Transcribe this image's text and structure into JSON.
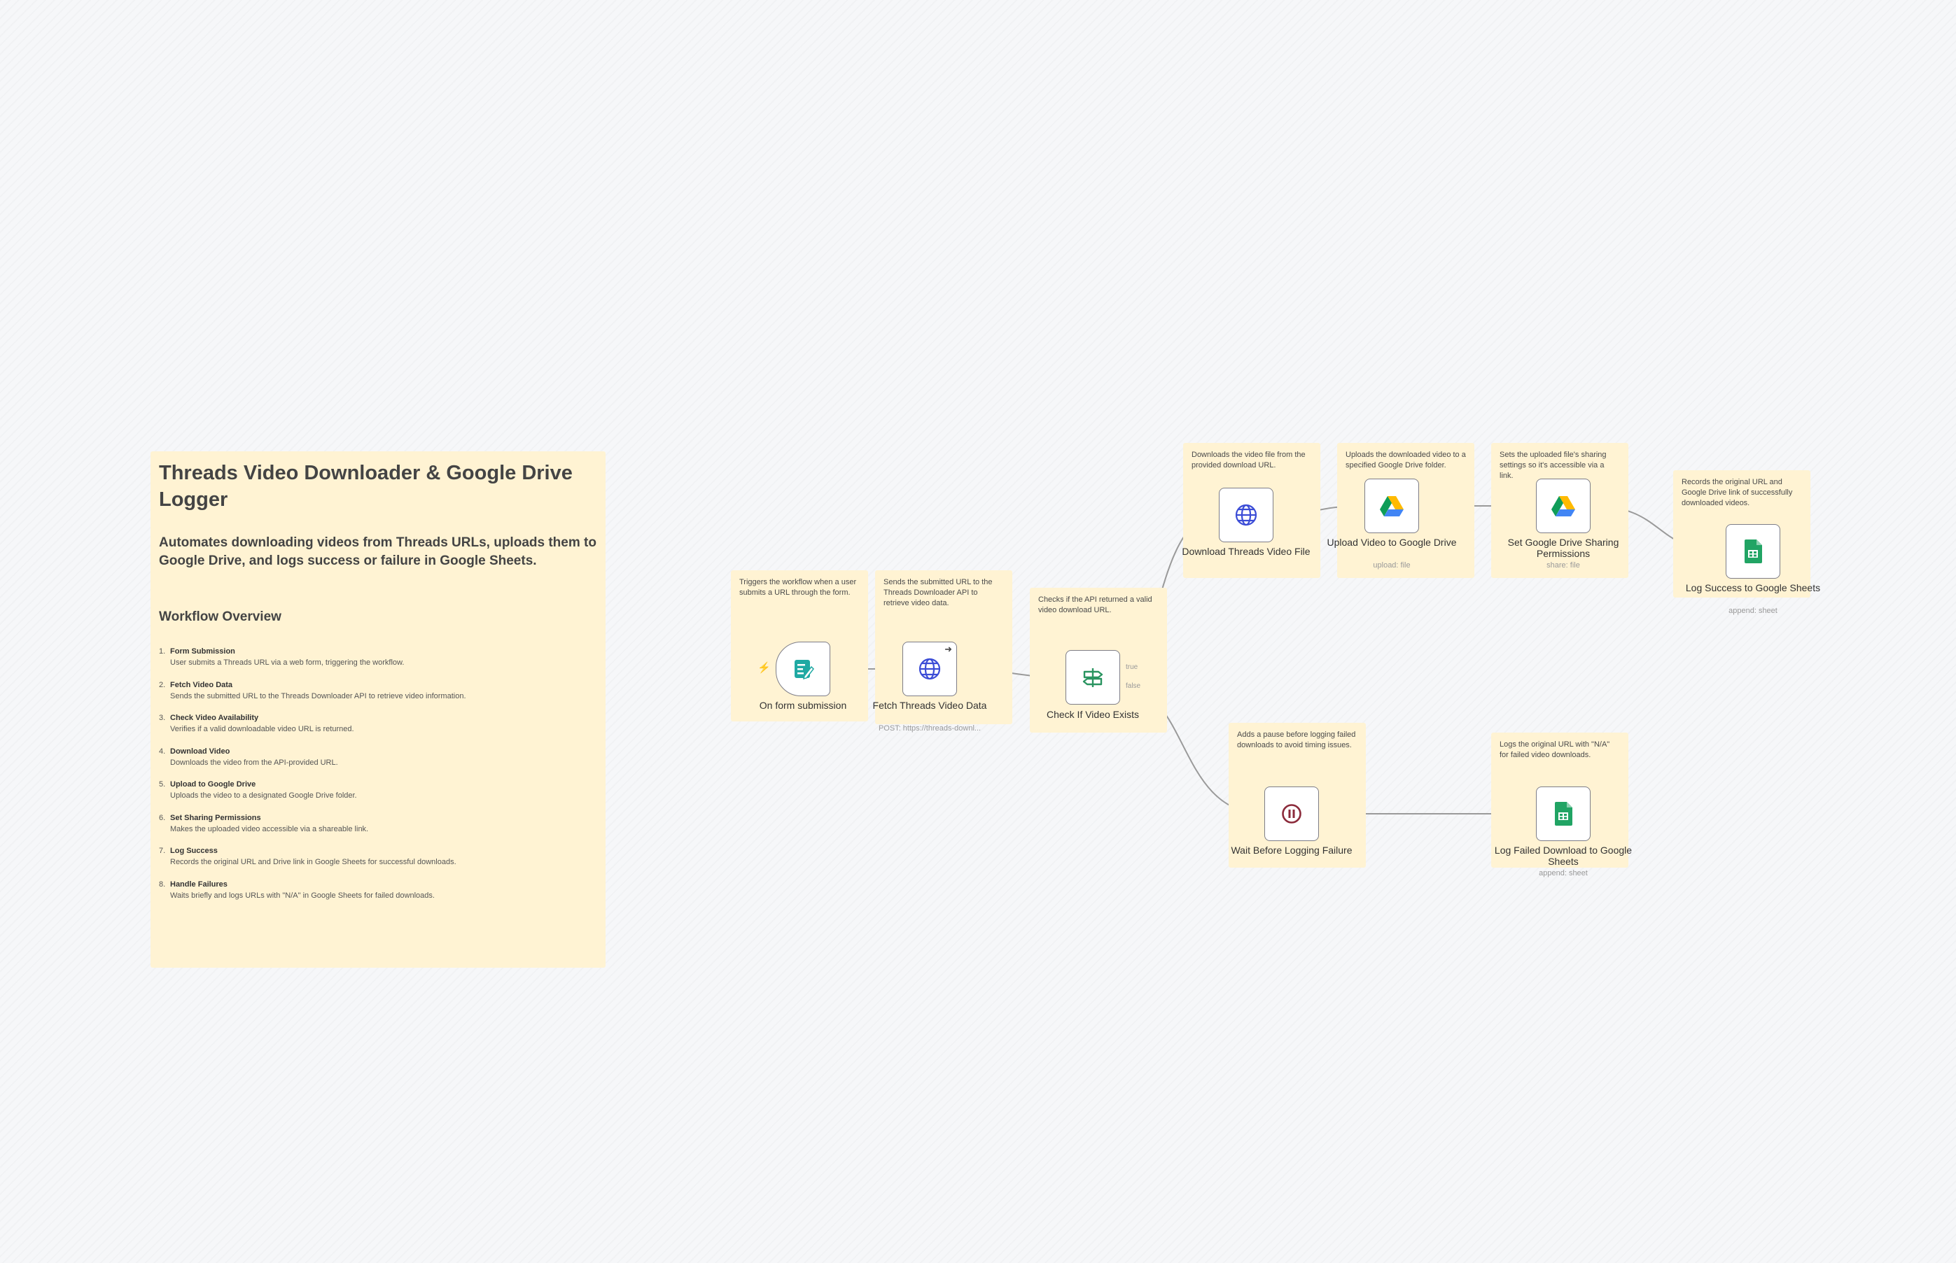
{
  "workflow": {
    "title": "Threads Video Downloader & Google Drive Logger",
    "description": "Automates downloading videos from Threads URLs, uploads them to Google Drive, and logs success or failure in Google Sheets.",
    "overview_title": "Workflow Overview",
    "steps": [
      {
        "num": "1.",
        "title": "Form Submission",
        "desc": "User submits a Threads URL via a web form, triggering the workflow."
      },
      {
        "num": "2.",
        "title": "Fetch Video Data",
        "desc": "Sends the submitted URL to the Threads Downloader API to retrieve video information."
      },
      {
        "num": "3.",
        "title": "Check Video Availability",
        "desc": "Verifies if a valid downloadable video URL is returned."
      },
      {
        "num": "4.",
        "title": "Download Video",
        "desc": "Downloads the video from the API-provided URL."
      },
      {
        "num": "5.",
        "title": "Upload to Google Drive",
        "desc": "Uploads the video to a designated Google Drive folder."
      },
      {
        "num": "6.",
        "title": "Set Sharing Permissions",
        "desc": "Makes the uploaded video accessible via a shareable link."
      },
      {
        "num": "7.",
        "title": "Log Success",
        "desc": "Records the original URL and Drive link in Google Sheets for successful downloads."
      },
      {
        "num": "8.",
        "title": "Handle Failures",
        "desc": "Waits briefly and logs URLs with \"N/A\" in Google Sheets for failed downloads."
      }
    ]
  },
  "notes": {
    "trigger": "Triggers the workflow when a user submits a URL through the form.",
    "fetch": "Sends the submitted URL to the Threads Downloader API to retrieve video data.",
    "check": "Checks if the API returned a valid video download URL.",
    "download": "Downloads the video file from the provided download URL.",
    "upload": "Uploads the downloaded video to a specified Google Drive folder.",
    "share": "Sets the uploaded file's sharing settings so it's accessible via a link.",
    "log_success": "Records the original URL and Google Drive link of successfully downloaded videos.",
    "wait": "Adds a pause before logging failed downloads to avoid timing issues.",
    "log_failure": "Logs the original URL with \"N/A\" for failed video downloads."
  },
  "nodes": {
    "form": {
      "label": "On form submission",
      "icon": "form-icon"
    },
    "fetch": {
      "label": "Fetch Threads Video Data",
      "sub": "POST: https://threads-downl...",
      "icon": "globe-icon"
    },
    "check": {
      "label": "Check If Video Exists",
      "true_label": "true",
      "false_label": "false",
      "icon": "signpost-icon"
    },
    "download": {
      "label": "Download Threads Video File",
      "icon": "globe-icon"
    },
    "upload": {
      "label": "Upload Video to Google Drive",
      "sub": "upload: file",
      "icon": "google-drive-icon"
    },
    "share": {
      "label": "Set Google Drive Sharing Permissions",
      "sub": "share: file",
      "icon": "google-drive-icon"
    },
    "log_success": {
      "label": "Log Success to Google Sheets",
      "sub": "append: sheet",
      "icon": "google-sheets-icon"
    },
    "wait": {
      "label": "Wait Before Logging Failure",
      "icon": "pause-icon"
    },
    "log_failure": {
      "label": "Log Failed Download to Google Sheets",
      "sub": "append: sheet",
      "icon": "google-sheets-icon"
    }
  },
  "colors": {
    "sticky": "#fff3d3",
    "connection": "#9a9a9a",
    "trigger_accent": "#ff6d5a",
    "form_icon": "#1fa9a3",
    "globe_icon": "#3b4cd6",
    "sheets_green": "#21a464",
    "wait_icon": "#8b2a3a",
    "if_icon": "#2a9460"
  }
}
